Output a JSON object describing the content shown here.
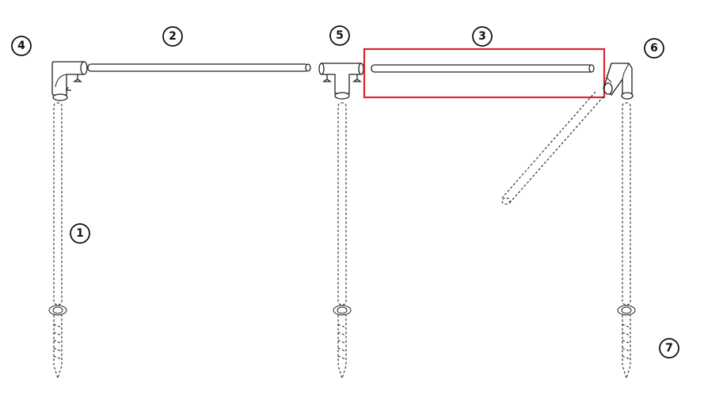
{
  "diagram": {
    "callouts": [
      {
        "id": "c1",
        "label": "1"
      },
      {
        "id": "c2",
        "label": "2"
      },
      {
        "id": "c3",
        "label": "3"
      },
      {
        "id": "c4",
        "label": "4"
      },
      {
        "id": "c5",
        "label": "5"
      },
      {
        "id": "c6",
        "label": "6"
      },
      {
        "id": "c7",
        "label": "7"
      }
    ],
    "highlight_color": "#d9262c",
    "line_color": "#222222"
  }
}
